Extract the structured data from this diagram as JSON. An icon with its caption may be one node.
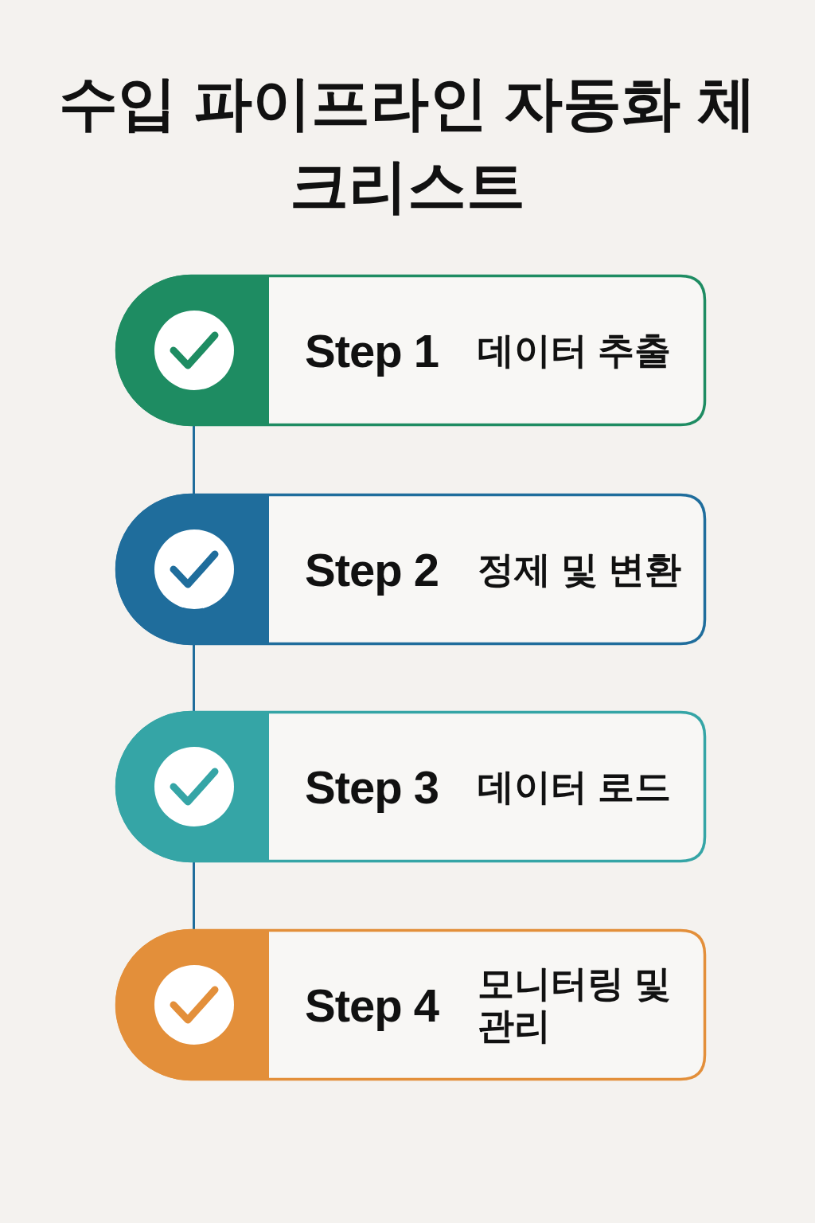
{
  "diagram": {
    "title": "수입 파이프라인 자동화 체크리스트",
    "nodes": [
      {
        "text": [
          "Step 1",
          "데이터 추출"
        ]
      },
      {
        "text": [
          "Step 2",
          "정제 및 변환"
        ]
      },
      {
        "text": [
          "Step 3",
          "데이터 로드"
        ]
      },
      {
        "text": [
          "Step 4",
          "모니터링 및 관리"
        ]
      }
    ],
    "edges": [
      {
        "from": 0,
        "to": 1,
        "arrow": "none"
      },
      {
        "from": 1,
        "to": 2,
        "arrow": "none"
      },
      {
        "from": 2,
        "to": 3,
        "arrow": "none"
      }
    ]
  }
}
